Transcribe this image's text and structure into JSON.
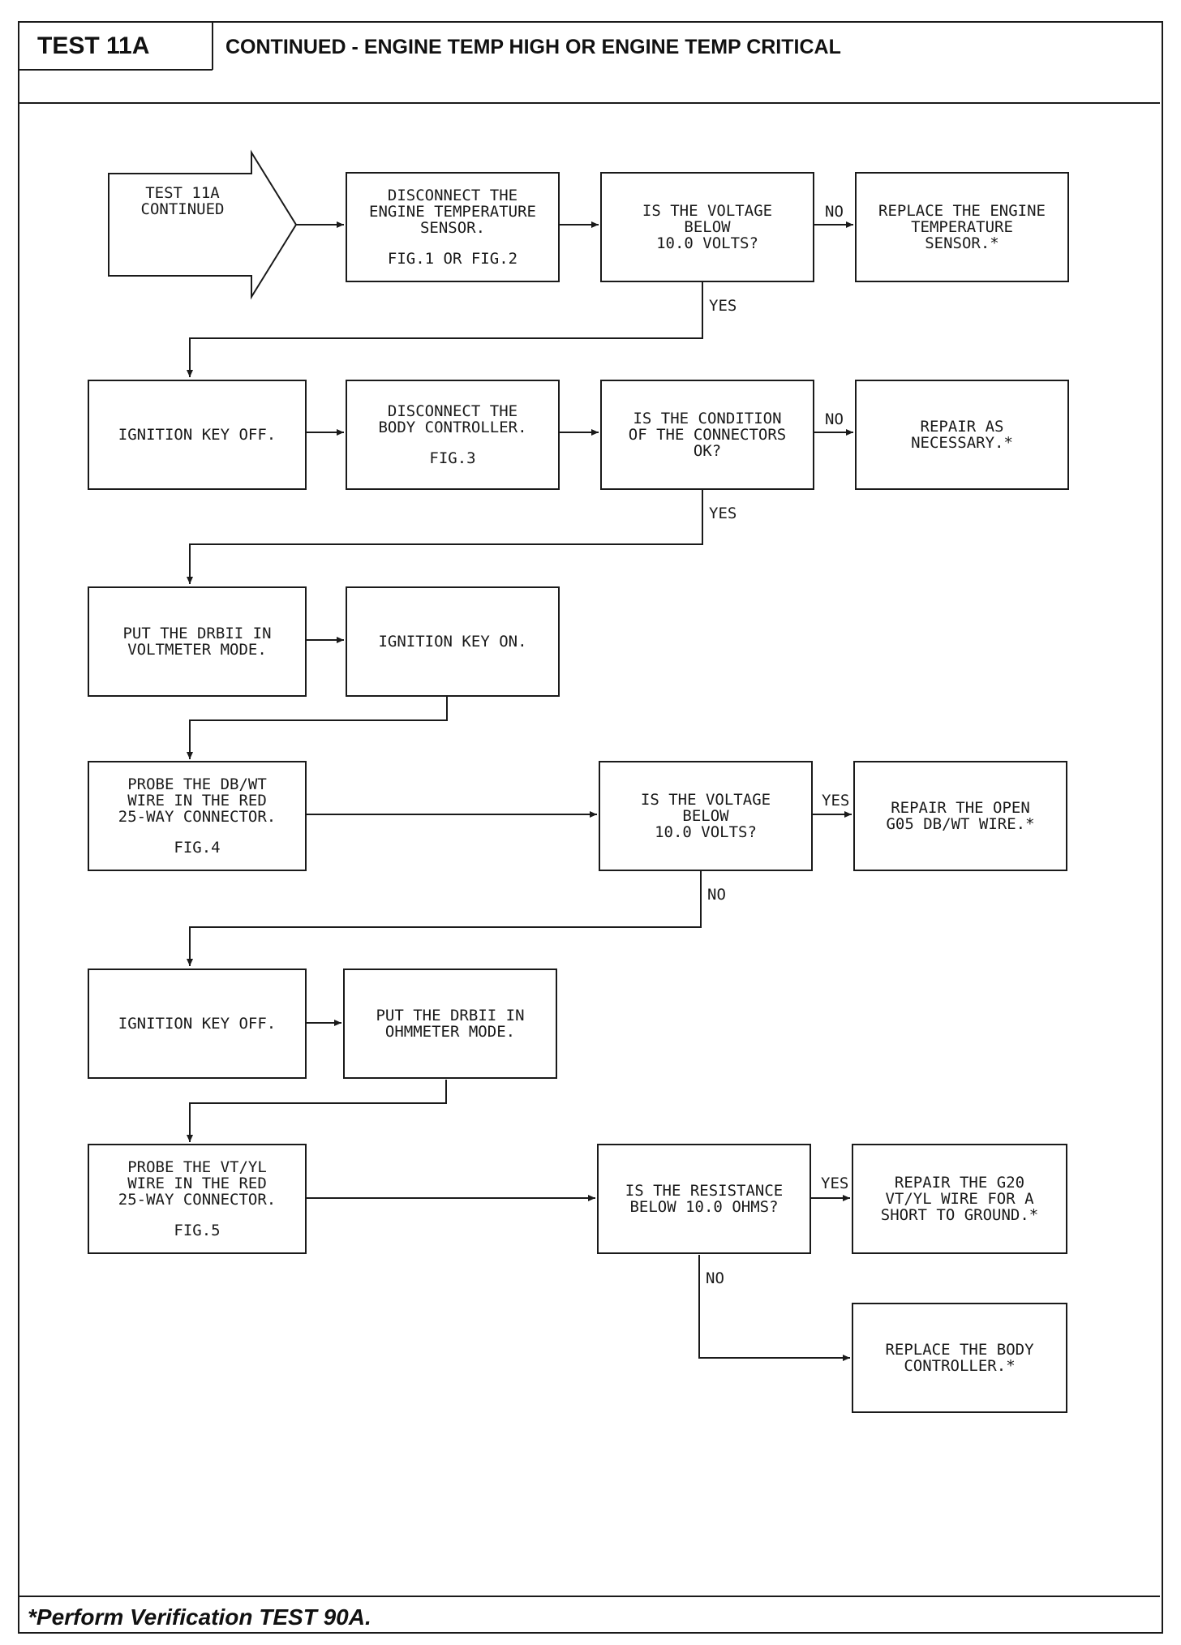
{
  "header": {
    "test_id": "TEST 11A",
    "title": "CONTINUED - ENGINE TEMP HIGH OR ENGINE TEMP CRITICAL"
  },
  "flow": {
    "start": [
      "TEST 11A",
      "CONTINUED"
    ],
    "row1": {
      "disconnect_sensor": "DISCONNECT THE\nENGINE TEMPERATURE\nSENSOR.",
      "disconnect_sensor_fig": "FIG.1 OR FIG.2",
      "voltage_q": "IS THE VOLTAGE\nBELOW\n10.0 VOLTS?",
      "replace_sensor": "REPLACE THE ENGINE\nTEMPERATURE\nSENSOR.*",
      "no_label": "NO",
      "yes_label": "YES"
    },
    "row2": {
      "ignition_off": "IGNITION KEY OFF.",
      "disconnect_body": "DISCONNECT THE\nBODY CONTROLLER.",
      "disconnect_body_fig": "FIG.3",
      "connectors_q": "IS THE CONDITION\nOF THE CONNECTORS\nOK?",
      "repair": "REPAIR AS\nNECESSARY.*",
      "no_label": "NO",
      "yes_label": "YES"
    },
    "row3": {
      "voltmeter": "PUT THE DRBII IN\nVOLTMETER MODE.",
      "ignition_on": "IGNITION KEY ON."
    },
    "row4": {
      "probe_dbwt": "PROBE THE DB/WT\nWIRE IN THE RED\n25-WAY CONNECTOR.",
      "probe_dbwt_fig": "FIG.4",
      "voltage_q": "IS THE VOLTAGE\nBELOW\n10.0 VOLTS?",
      "repair_open": "REPAIR THE OPEN\nG05 DB/WT WIRE.*",
      "yes_label": "YES",
      "no_label": "NO"
    },
    "row5": {
      "ignition_off": "IGNITION KEY OFF.",
      "ohmmeter": "PUT THE DRBII IN\nOHMMETER MODE."
    },
    "row6": {
      "probe_vtyl": "PROBE THE VT/YL\nWIRE IN THE RED\n25-WAY CONNECTOR.",
      "probe_vtyl_fig": "FIG.5",
      "resistance_q": "IS THE RESISTANCE\nBELOW 10.0 OHMS?",
      "repair_short": "REPAIR THE G20\nVT/YL WIRE FOR A\nSHORT TO GROUND.*",
      "yes_label": "YES",
      "no_label": "NO",
      "replace_body": "REPLACE THE BODY\nCONTROLLER.*"
    }
  },
  "footer": {
    "note": "*Perform Verification TEST 90A."
  }
}
